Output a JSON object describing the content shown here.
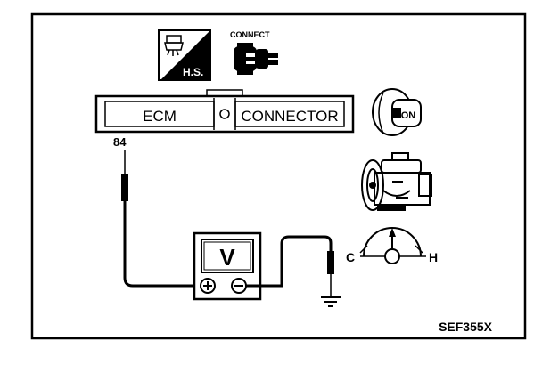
{
  "connector": {
    "ecm_label": "ECM",
    "connector_label": "CONNECTOR"
  },
  "icons": {
    "hs_label": "H.S.",
    "connect_label": "CONNECT",
    "ignition_label": "ON"
  },
  "terminal": {
    "number": "84"
  },
  "voltmeter": {
    "symbol": "V"
  },
  "temp_gauge": {
    "cold_label": "C",
    "hot_label": "H"
  },
  "figure_code": "SEF355X"
}
